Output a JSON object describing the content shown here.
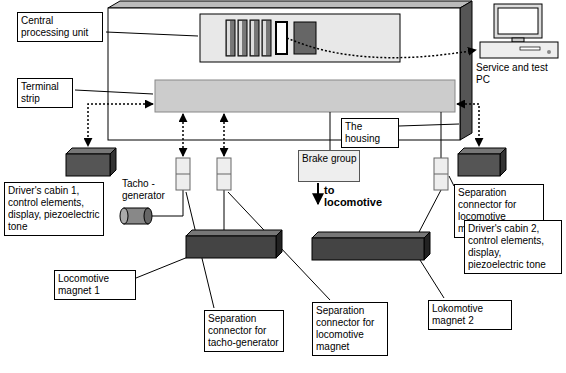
{
  "diagram": {
    "nodes": [
      {
        "text": [
          "Central processing unit"
        ]
      },
      {
        "text": [
          "Terminal strip"
        ]
      },
      {
        "text": [
          "The housing"
        ]
      },
      {
        "text": [
          "Driver's cabin 1, control elements, display, piezoelectric tone"
        ]
      },
      {
        "text": [
          "Brake group"
        ]
      },
      {
        "text": [
          "Separation connector for locomotive magnet"
        ]
      },
      {
        "text": [
          "Driver's cabin 2, control elements, display, piezoelectric tone"
        ]
      },
      {
        "text": [
          "Locomotive magnet 1"
        ]
      },
      {
        "text": [
          "Separation connector for tacho-generator"
        ]
      },
      {
        "text": [
          "Separation connector for locomotive magnet"
        ]
      },
      {
        "text": [
          "Lokomotive magnet 2"
        ]
      }
    ],
    "labels": [
      "Service and test PC",
      "Tacho - generator",
      "to locomotive"
    ]
  }
}
